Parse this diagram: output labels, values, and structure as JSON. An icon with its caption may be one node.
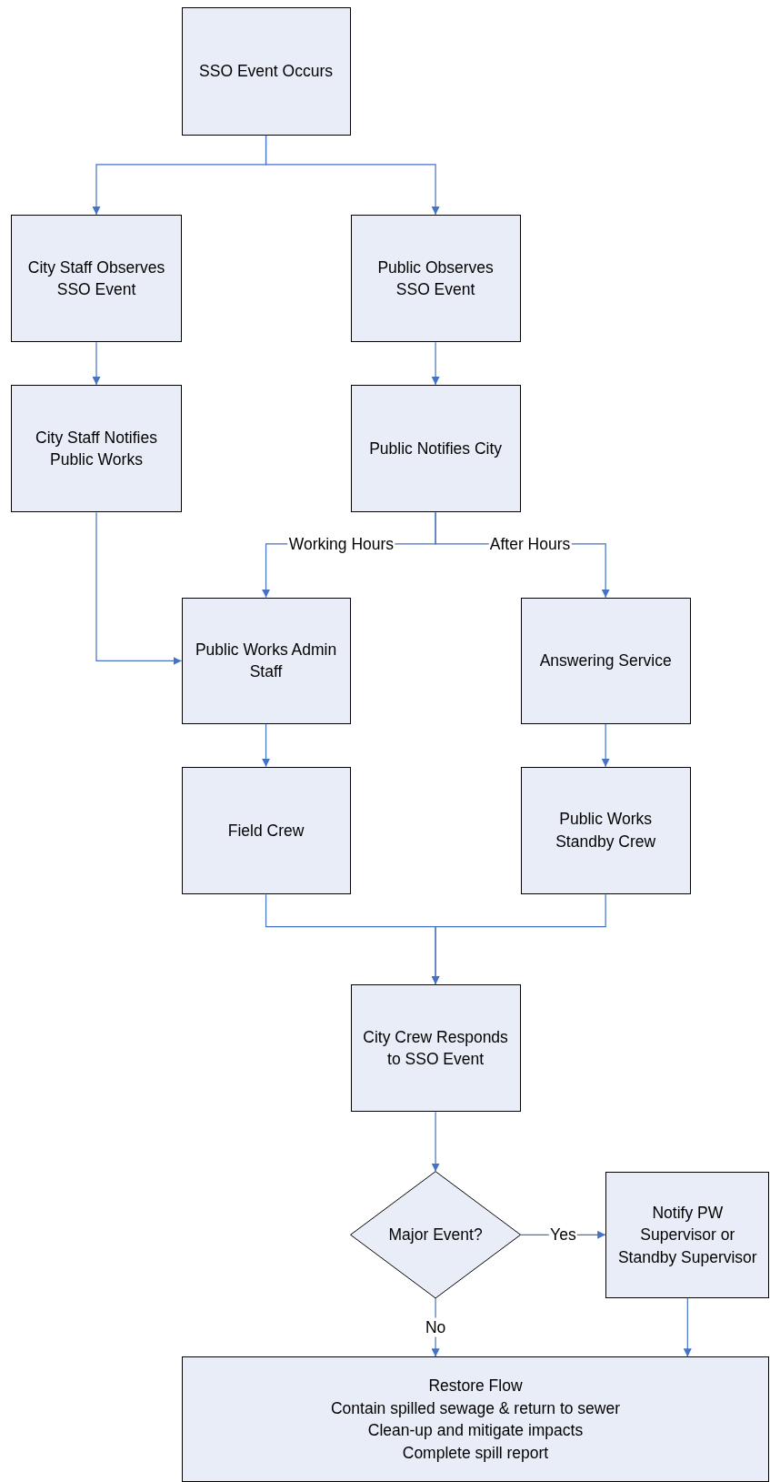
{
  "diagram": {
    "nodes": [
      {
        "text": [
          "SSO Event Occurs"
        ]
      },
      {
        "text": [
          "City Staff Observes SSO Event"
        ]
      },
      {
        "text": [
          "Public Observes SSO Event"
        ]
      },
      {
        "text": [
          "City Staff Notifies Public Works"
        ]
      },
      {
        "text": [
          "Public Notifies City"
        ]
      },
      {
        "text": [
          "Public Works Admin Staff"
        ]
      },
      {
        "text": [
          "Answering Service"
        ]
      },
      {
        "text": [
          "Field Crew"
        ]
      },
      {
        "text": [
          "Public Works Standby Crew"
        ]
      },
      {
        "text": [
          "City Crew Responds to SSO Event"
        ]
      },
      {
        "text": [
          "Major Event?"
        ]
      },
      {
        "text": [
          "Notify PW Supervisor or Standby Supervisor"
        ]
      },
      {
        "text": [
          "Restore Flow",
          "Contain spilled sewage & return to sewer",
          "Clean-up and mitigate impacts",
          "Complete spill report"
        ]
      }
    ],
    "edges": [
      {
        "from": 0,
        "to": 1,
        "arrow": "to"
      },
      {
        "from": 0,
        "to": 2,
        "arrow": "to"
      },
      {
        "from": 1,
        "to": 3,
        "arrow": "to"
      },
      {
        "from": 2,
        "to": 4,
        "arrow": "to"
      },
      {
        "from": 4,
        "to": 5,
        "arrow": "to",
        "label": "Working Hours"
      },
      {
        "from": 4,
        "to": 6,
        "arrow": "to",
        "label": "After Hours"
      },
      {
        "from": 3,
        "to": 5,
        "arrow": "to"
      },
      {
        "from": 5,
        "to": 7,
        "arrow": "to"
      },
      {
        "from": 6,
        "to": 8,
        "arrow": "to"
      },
      {
        "from": 7,
        "to": 9,
        "arrow": "to"
      },
      {
        "from": 8,
        "to": 9,
        "arrow": "to"
      },
      {
        "from": 9,
        "to": 10,
        "arrow": "to"
      },
      {
        "from": 10,
        "to": 11,
        "arrow": "to",
        "label": "Yes"
      },
      {
        "from": 10,
        "to": 12,
        "arrow": "to",
        "label": "No"
      },
      {
        "from": 11,
        "to": 12,
        "arrow": "to"
      }
    ]
  }
}
